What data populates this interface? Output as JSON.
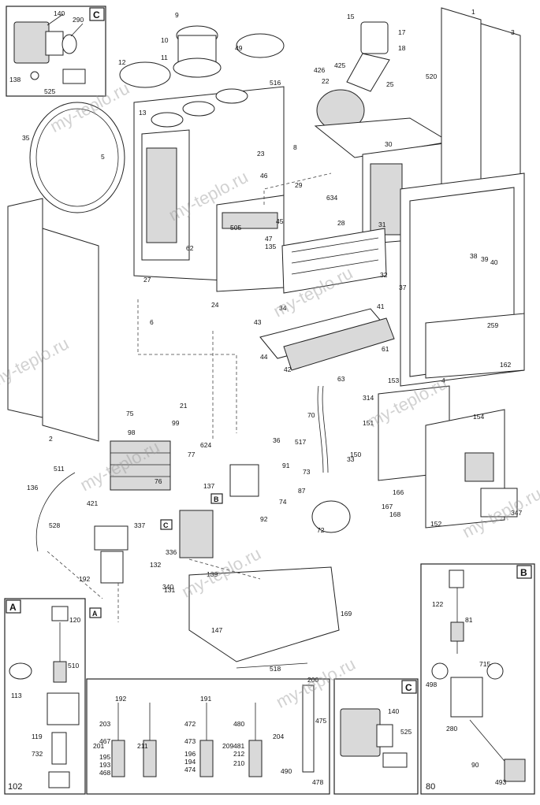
{
  "watermark": "my-teplo.ru",
  "insets": {
    "C_top": {
      "tag": "C",
      "labels": [
        "140",
        "290",
        "138",
        "525"
      ]
    },
    "A": {
      "tag": "A",
      "corner_number": "102",
      "labels": [
        "120",
        "510",
        "113",
        "119",
        "732"
      ]
    },
    "B": {
      "tag": "B",
      "corner_number": "80",
      "labels": [
        "122",
        "81",
        "715",
        "498",
        "280",
        "90",
        "493"
      ]
    },
    "C_bottom": {
      "tag": "C",
      "labels": [
        "140",
        "525"
      ]
    }
  },
  "main_labels": [
    "1",
    "3",
    "9",
    "10",
    "11",
    "12",
    "13",
    "15",
    "17",
    "18",
    "22",
    "23",
    "24",
    "25",
    "27",
    "28",
    "29",
    "30",
    "31",
    "32",
    "33",
    "34",
    "35",
    "36",
    "37",
    "38",
    "39",
    "40",
    "41",
    "42",
    "43",
    "44",
    "45",
    "46",
    "47",
    "49",
    "5",
    "6",
    "61",
    "62",
    "63",
    "70",
    "72",
    "73",
    "74",
    "75",
    "76",
    "77",
    "8",
    "87",
    "91",
    "92",
    "98",
    "99",
    "131",
    "132",
    "135",
    "136",
    "137",
    "139",
    "147",
    "150",
    "151",
    "152",
    "153",
    "154",
    "162",
    "166",
    "167",
    "168",
    "169",
    "192",
    "21",
    "2",
    "259",
    "314",
    "336",
    "337",
    "340",
    "347",
    "421",
    "425",
    "426",
    "505",
    "511",
    "516",
    "517",
    "518",
    "520",
    "528",
    "624",
    "634",
    "4"
  ],
  "tube_labels": [
    "192",
    "203",
    "467",
    "195",
    "193",
    "468",
    "191",
    "472",
    "473",
    "196",
    "194",
    "474",
    "480",
    "481",
    "212",
    "210",
    "200",
    "475",
    "478",
    "201",
    "211",
    "209",
    "204",
    "490"
  ]
}
